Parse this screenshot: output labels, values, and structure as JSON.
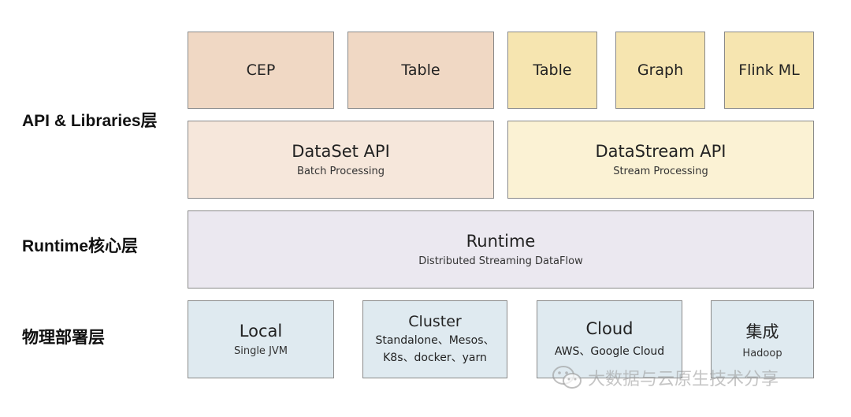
{
  "layers": {
    "api": "API & Libraries层",
    "runtime": "Runtime核心层",
    "deploy": "物理部署层"
  },
  "libraries": [
    {
      "label": "CEP"
    },
    {
      "label": "Table"
    },
    {
      "label": "Table"
    },
    {
      "label": "Graph"
    },
    {
      "label": "Flink ML"
    }
  ],
  "apis": {
    "dataset": {
      "title": "DataSet API",
      "subtitle": "Batch Processing"
    },
    "datastream": {
      "title": "DataStream API",
      "subtitle": "Stream Processing"
    }
  },
  "runtime": {
    "title": "Runtime",
    "subtitle": "Distributed Streaming DataFlow"
  },
  "deploy": [
    {
      "title": "Local",
      "lines": [
        "Single JVM"
      ]
    },
    {
      "title": "Cluster",
      "lines": [
        "Standalone、Mesos、",
        "K8s、docker、yarn"
      ]
    },
    {
      "title": "Cloud",
      "lines": [
        "AWS、Google Cloud"
      ]
    },
    {
      "title": "集成",
      "lines": [
        "Hadoop"
      ]
    }
  ],
  "watermark": {
    "text": "大数据与云原生技术分享"
  },
  "colors": {
    "batch": "#f0d8c4",
    "stream": "#f6e5b0",
    "runtime": "#ebe8f0",
    "deploy": "#dfeaf0",
    "border": "#8a8a8a"
  }
}
